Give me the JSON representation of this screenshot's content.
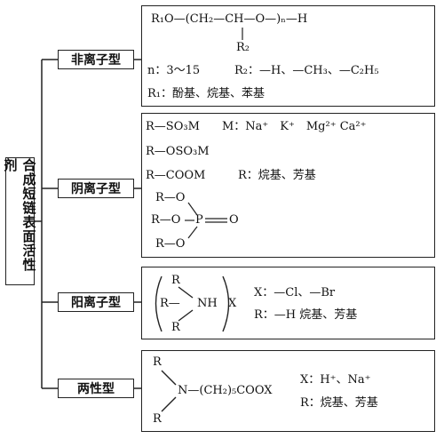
{
  "title": "合成短链表面活性剂",
  "categories": [
    {
      "label": "非离子型",
      "formula": "R₁O—(CH₂—CH—O—)ₙ—H",
      "substituent": "R₂",
      "n_range": "n：3～15",
      "r2_values": "R₂：—H、—CH₃、—C₂H₅",
      "r1_values": "R₁：酚基、烷基、苯基"
    },
    {
      "label": "阴离子型",
      "formula1": "R—SO₃M",
      "m_values": "M：Na⁺　K⁺　Mg²⁺ Ca²⁺",
      "formula2": "R—OSO₃M",
      "formula3": "R—COOM",
      "r_values": "R：烷基、芳基",
      "phosphate_r1": "R—O",
      "phosphate_r2": "R—O",
      "phosphate_p": "P",
      "phosphate_o": "O",
      "phosphate_r3": "R—O"
    },
    {
      "label": "阳离子型",
      "r_top": "R",
      "r_mid": "R—",
      "nh": "NH",
      "r_bottom": "R",
      "counter": "X",
      "x_values": "X：—Cl、—Br",
      "r_values": "R：—H 烷基、芳基"
    },
    {
      "label": "两性型",
      "r_top": "R",
      "chain": "N—(CH₂)₅COOX",
      "r_bottom": "R",
      "x_values": "X：H⁺、Na⁺",
      "r_values": "R：烷基、芳基"
    }
  ]
}
